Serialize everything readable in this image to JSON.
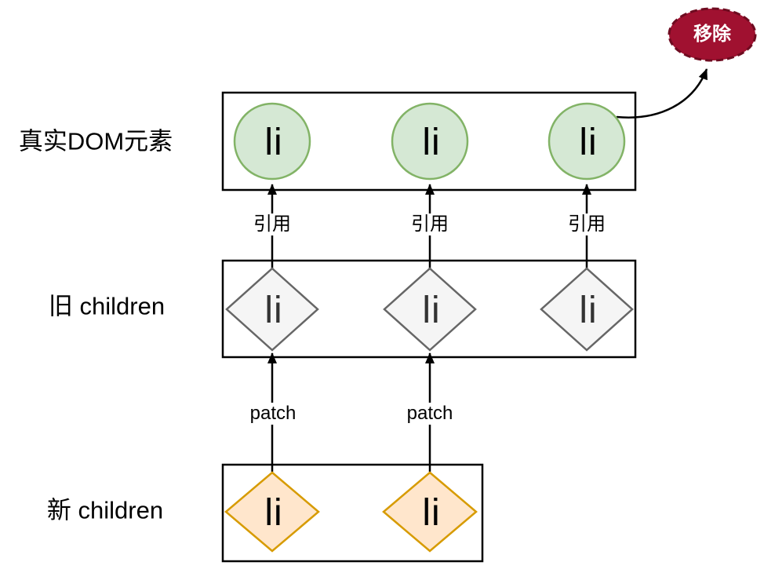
{
  "rows": {
    "real_dom": {
      "label": "真实DOM元素",
      "nodes": [
        {
          "text": "li"
        },
        {
          "text": "li"
        },
        {
          "text": "li"
        }
      ]
    },
    "old_children": {
      "label": "旧 children",
      "nodes": [
        {
          "text": "li"
        },
        {
          "text": "li"
        },
        {
          "text": "li"
        }
      ]
    },
    "new_children": {
      "label": "新 children",
      "nodes": [
        {
          "text": "li"
        },
        {
          "text": "li"
        }
      ]
    }
  },
  "edges": {
    "references": [
      {
        "label": "引用"
      },
      {
        "label": "引用"
      },
      {
        "label": "引用"
      }
    ],
    "patches": [
      {
        "label": "patch"
      },
      {
        "label": "patch"
      }
    ],
    "remove": {
      "label": "移除"
    }
  },
  "colors": {
    "background": "#ffffff",
    "line": "#000000",
    "circle_fill": "#d5e8d4",
    "circle_border": "#82b366",
    "old_diamond_fill": "#f5f5f5",
    "old_diamond_border": "#666666",
    "new_diamond_fill": "#ffe6cc",
    "new_diamond_border": "#d79b00",
    "remove_fill": "#a01130",
    "remove_border": "#6e0b20"
  }
}
